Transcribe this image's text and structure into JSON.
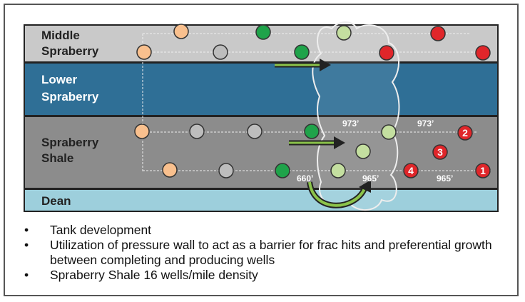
{
  "layers": [
    {
      "name": "Middle Spraberry",
      "line1": "Middle",
      "line2": "Spraberry",
      "color": "#c9c9c9",
      "text_color": "#222222"
    },
    {
      "name": "Lower Spraberry",
      "line1": "Lower",
      "line2": "Spraberry",
      "color": "#2f6f96",
      "text_color": "#ffffff"
    },
    {
      "name": "Spraberry Shale",
      "line1": "Spraberry",
      "line2": "Shale",
      "color": "#8c8c8c",
      "text_color": "#222222"
    },
    {
      "name": "Dean",
      "line1": "Dean",
      "color": "#9dcfdc",
      "text_color": "#222222"
    }
  ],
  "well_colors": {
    "orange": "#f9c08e",
    "gray": "#bdbdbd",
    "green": "#1fa34a",
    "lightgreen": "#c4dfa0",
    "red": "#e0262a"
  },
  "distance_labels": [
    "973’",
    "973’",
    "660’",
    "965’",
    "965’"
  ],
  "well_numbers": [
    "2",
    "3",
    "4",
    "1"
  ],
  "bullets": [
    "Tank development",
    "Utilization of pressure wall to act as a barrier for frac hits and preferential growth between completing and producing wells",
    "Spraberry Shale 16 wells/mile density"
  ]
}
